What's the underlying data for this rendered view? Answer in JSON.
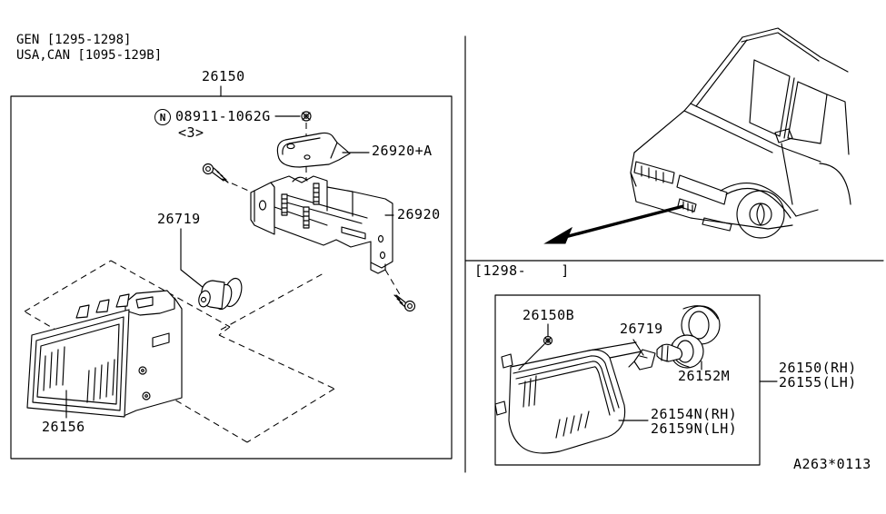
{
  "meta": {
    "bg_color": "#ffffff",
    "line_color": "#000000",
    "description": "Exploded parts diagram of front fog lamp assembly"
  },
  "header": {
    "gen_range": "GEN [1295-1298]",
    "usa_can_range": "USA,CAN [1095-129B]"
  },
  "section_early": {
    "assembly_label": "26150",
    "nut_symbol_letter": "N",
    "nut_part_number": "08911-1062G",
    "nut_quantity": "<3>",
    "bracket_plate_label": "26920+A",
    "bracket_label": "26920",
    "bulb_label": "26719",
    "lamp_unit_label": "26156"
  },
  "section_late": {
    "range_label": "[1298-    ]",
    "screw_label": "26150B",
    "bulb_label": "26719",
    "socket_ring_label": "26152M",
    "assembly_rh_label": "26150(RH)",
    "assembly_lh_label": "26155(LH)",
    "lamp_rh_label": "26154N(RH)",
    "lamp_lh_label": "26159N(LH)"
  },
  "footer": {
    "diagram_code": "A263*0113"
  }
}
